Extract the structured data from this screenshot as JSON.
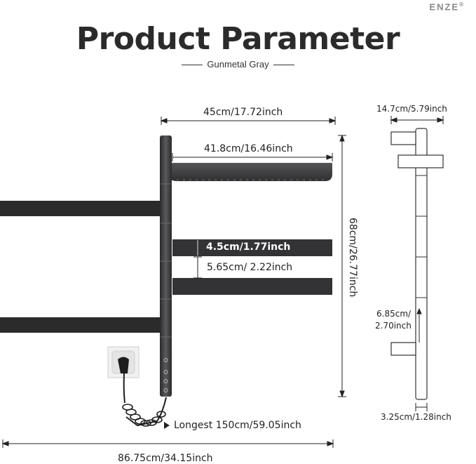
{
  "brand": "ENZE",
  "title": "Product Parameter",
  "subtitle": "Gunmetal Gray",
  "dimensions": {
    "total_width": "45cm/17.72inch",
    "shelf_width": "41.8cm/16.46inch",
    "bar_height": "4.5cm/1.77inch",
    "bar_gap": "5.65cm/ 2.22inch",
    "total_height": "68cm/26.77inch",
    "cord_length": "Longest 150cm/59.05inch",
    "span_width": "86.75cm/34.15inch",
    "side_depth": "14.7cm/5.79inch",
    "side_spacing_line1": "6.85cm/",
    "side_spacing_line2": "2.70inch",
    "pole_width": "3.25cm/1.28inch"
  },
  "colors": {
    "gunmetal": "#3a3a3c",
    "bar_dark": "#2c2b2b",
    "line": "#222222",
    "outline": "#333333"
  }
}
